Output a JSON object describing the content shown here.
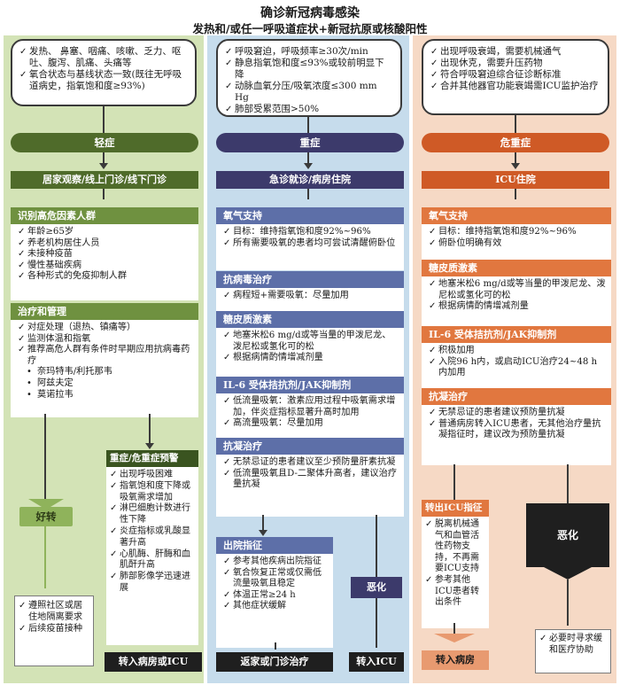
{
  "title": "确诊新冠病毒感染",
  "subtitle": "发热和/或任一呼吸道症状+新冠抗原或核酸阳性",
  "mild": {
    "criteria": [
      "发热、 鼻塞、咽痛、咳嗽、乏力、呕吐、腹泻、肌痛、头痛等",
      "氧合状态与基线状态一致(既往无呼吸道病史，指氧饱和度≥93%)"
    ],
    "label": "轻症",
    "care": "居家观察/线上门诊/线下门诊",
    "risk_title": "识别高危因素人群",
    "risk_items": [
      "年龄≥65岁",
      "养老机构居住人员",
      "未接种疫苗",
      "慢性基础疾病",
      "各种形式的免疫抑制人群"
    ],
    "treat_title": "治疗和管理",
    "treat_items": [
      "对症处理（退热、镇痛等）",
      "监测体温和指氧",
      "推荐高危人群有条件时早期应用抗病毒药疗"
    ],
    "drug_items": [
      "奈玛特韦/利托那韦",
      "阿兹夫定",
      "莫诺拉韦"
    ],
    "improve_label": "好转",
    "improve_items": [
      "遵照社区或居住地隔离要求",
      "后续疫苗接种"
    ],
    "warn_title": "重症/危重症预警",
    "warn_items": [
      "出现呼吸困难",
      "指氧饱和度下降或吸氧需求增加",
      "淋巴细胞计数进行性下降",
      "炎症指标或乳酸显著升高",
      "心肌酶、肝酶和血肌酐升高",
      "肺部影像学迅速进展"
    ],
    "admit_label": "转入病房或ICU"
  },
  "severe": {
    "criteria": [
      "呼吸窘迫，呼吸频率≥30次/min",
      "静息指氧饱和度≤93%或较前明显下降",
      "动脉血氧分压/吸氧浓度≤300 mm Hg",
      "肺部受累范围>50%"
    ],
    "label": "重症",
    "care": "急诊就诊/病房住院",
    "o2_title": "氧气支持",
    "o2_items": [
      "目标：维持指氧饱和度92%~96%",
      "所有需要吸氧的患者均可尝试清醒俯卧位"
    ],
    "antiviral_title": "抗病毒治疗",
    "antiviral_items": [
      "病程短+需要吸氧：尽量加用"
    ],
    "steroid_title": "糖皮质激素",
    "steroid_items": [
      "地塞米松6 mg/d或等当量的甲泼尼龙、泼尼松或氢化可的松",
      "根据病情酌情增减剂量"
    ],
    "il6_title": "IL-6 受体拮抗剂/JAK抑制剂",
    "il6_items": [
      "低流量吸氧：激素应用过程中吸氧需求增加，伴炎症指标显著升高时加用",
      "高流量吸氧：尽量加用"
    ],
    "anticoag_title": "抗凝治疗",
    "anticoag_items": [
      "无禁忌证的患者建议至少预防量肝素抗凝",
      "低流量吸氧且D-二聚体升高者，建议治疗量抗凝"
    ],
    "discharge_title": "出院指征",
    "discharge_items": [
      "参考其他疾病出院指征",
      "氧合恢复正常或仅需低流量吸氧且稳定",
      "体温正常≥24 h",
      "其他症状缓解"
    ],
    "home_label": "返家或门诊治疗",
    "worse_label": "恶化",
    "icu_label": "转入ICU"
  },
  "critical": {
    "criteria": [
      "出现呼吸衰竭，需要机械通气",
      "出现休克，需要升压药物",
      "符合呼吸窘迫综合征诊断标准",
      "合并其他器官功能衰竭需ICU监护治疗"
    ],
    "label": "危重症",
    "care": "ICU住院",
    "o2_title": "氧气支持",
    "o2_items": [
      "目标：维持指氧饱和度92%~96%",
      "俯卧位明确有效"
    ],
    "steroid_title": "糖皮质激素",
    "steroid_items": [
      "地塞米松6 mg/d或等当量的甲泼尼龙、泼尼松或氢化可的松",
      "根据病情酌情增减剂量"
    ],
    "il6_title": "IL-6 受体拮抗剂/JAK抑制剂",
    "il6_items": [
      "积极加用",
      "入院96 h内，或启动ICU治疗24~48 h内加用"
    ],
    "anticoag_title": "抗凝治疗",
    "anticoag_items": [
      "无禁忌证的患者建议预防量抗凝",
      "普通病房转入ICU患者，无其他治疗量抗凝指征时，建议改为预防量抗凝"
    ],
    "out_title": "转出ICU指征",
    "out_items": [
      "脱离机械通气和血管活性药物支持，不再需要ICU支持",
      "参考其他ICU患者转出条件"
    ],
    "ward_label": "转入病房",
    "worse_label": "恶化",
    "help_items": [
      "必要时寻求缓和医疗协助"
    ]
  },
  "colors": {
    "green": "#4f6b2a",
    "blue": "#3c3a6b",
    "orange": "#cf5a26"
  }
}
